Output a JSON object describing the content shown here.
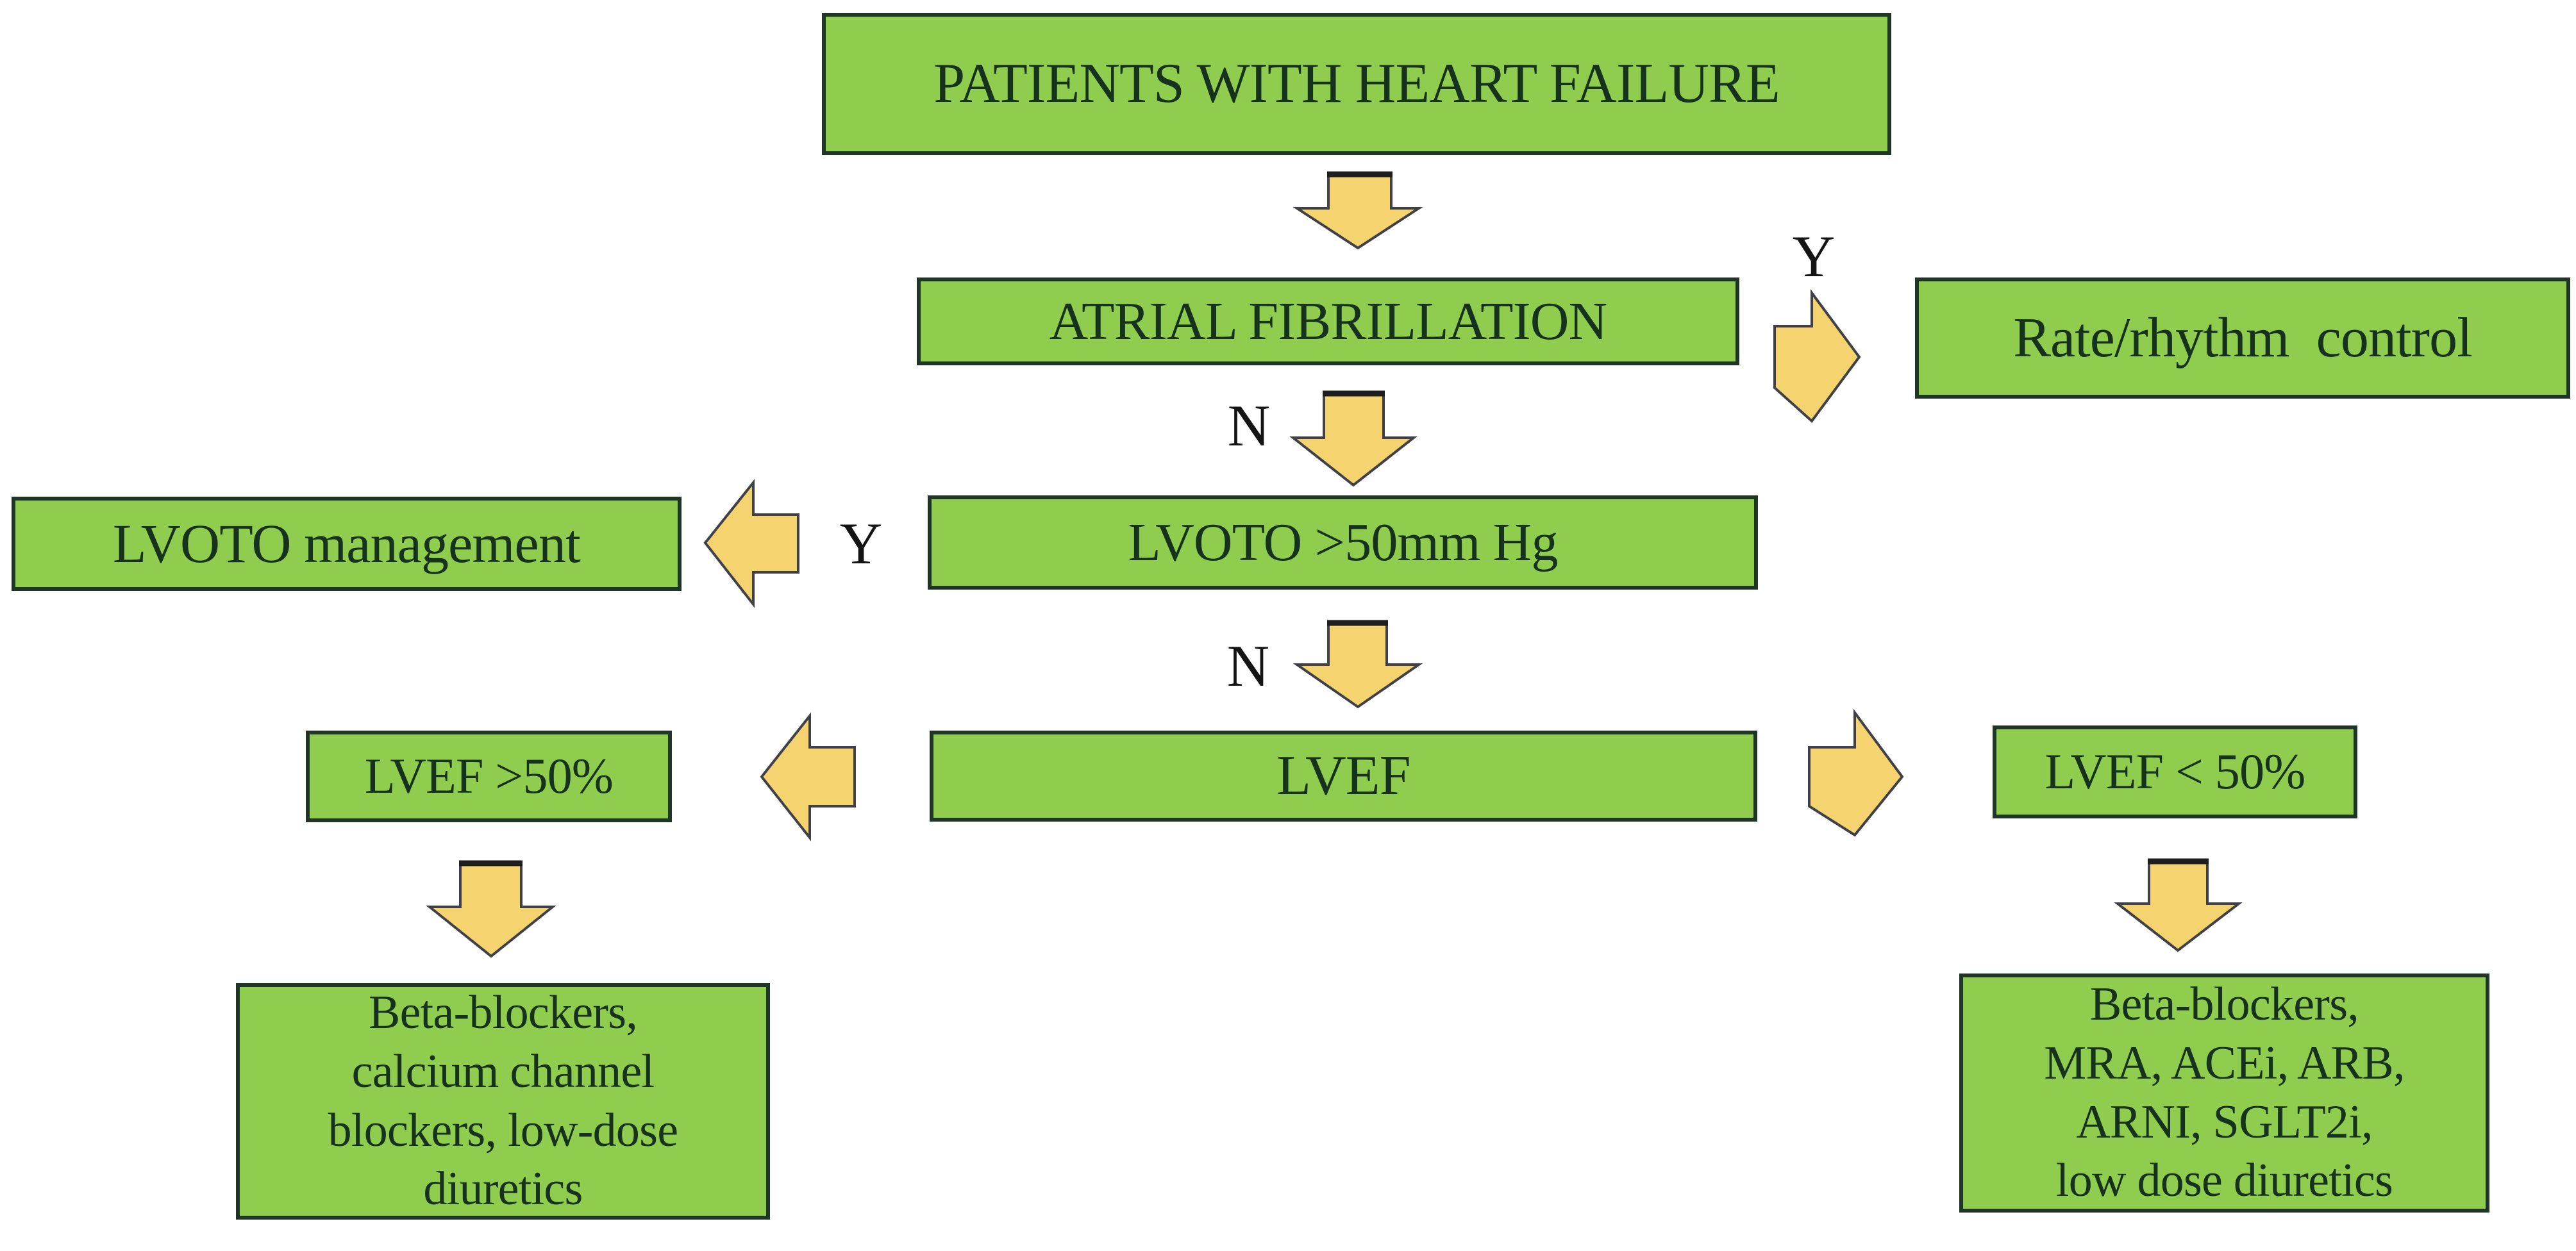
{
  "figure_type": "flowchart",
  "background": "#ffffff",
  "colors": {
    "box_fill": "#90cc4e",
    "box_border": "#1f3626",
    "box_text": "#14321c",
    "arrow_fill": "#f5d36e",
    "arrow_outline": "#3f4048",
    "branch_label_text": "#141414"
  },
  "nodes": {
    "patients": {
      "label": "PATIENTS WITH HEART FAILURE"
    },
    "af": {
      "label": "ATRIAL FIBRILLATION"
    },
    "rate_control": {
      "label": "Rate/rhythm  control"
    },
    "lvoto": {
      "label": "LVOTO >50mm Hg"
    },
    "lvoto_mgmt": {
      "label": "LVOTO management"
    },
    "lvef": {
      "label": "LVEF"
    },
    "lvef_gt50": {
      "label": "LVEF >50%"
    },
    "lvef_lt50": {
      "label": "LVEF < 50%"
    },
    "hfpef_therapy": {
      "label_lines": [
        "Beta-blockers,",
        "calcium channel",
        "blockers, low-dose",
        "diuretics"
      ]
    },
    "hfref_therapy": {
      "label_lines": [
        "Beta-blockers,",
        "MRA, ACEi, ARB,",
        "ARNI, SGLT2i,",
        "low dose diuretics"
      ]
    }
  },
  "edges": [
    {
      "from": "patients",
      "to": "af",
      "label": ""
    },
    {
      "from": "af",
      "to": "rate_control",
      "label": "Y"
    },
    {
      "from": "af",
      "to": "lvoto",
      "label": "N"
    },
    {
      "from": "lvoto",
      "to": "lvoto_mgmt",
      "label": "Y"
    },
    {
      "from": "lvoto",
      "to": "lvef",
      "label": "N"
    },
    {
      "from": "lvef",
      "to": "lvef_gt50",
      "label": ""
    },
    {
      "from": "lvef",
      "to": "lvef_lt50",
      "label": ""
    },
    {
      "from": "lvef_gt50",
      "to": "hfpef_therapy",
      "label": ""
    },
    {
      "from": "lvef_lt50",
      "to": "hfref_therapy",
      "label": ""
    }
  ]
}
